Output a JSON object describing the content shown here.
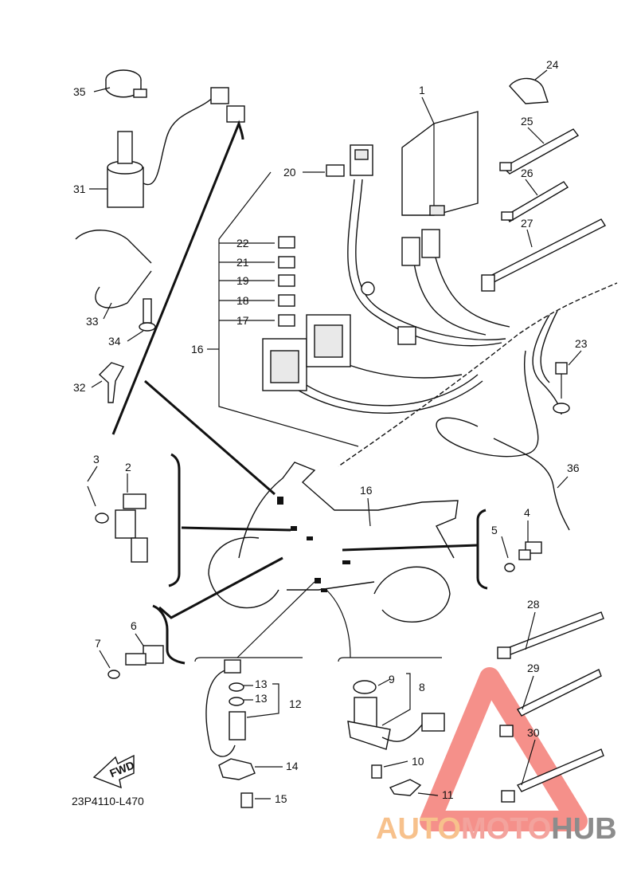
{
  "diagram_code": "23P4110-L470",
  "fwd_label": "FWD",
  "watermark": {
    "text_a": "AUTO",
    "text_b": "MOTO",
    "text_c": "HUB",
    "color_a": "#f7c18c",
    "color_b": "#f3a39d",
    "color_c": "#8c8c8c",
    "triangle_color": "#f26b63"
  },
  "callouts": {
    "n1": "1",
    "n2": "2",
    "n3": "3",
    "n4": "4",
    "n5": "5",
    "n6": "6",
    "n7": "7",
    "n8": "8",
    "n9": "9",
    "n10": "10",
    "n11": "11",
    "n12": "12",
    "n13a": "13",
    "n13b": "13",
    "n14": "14",
    "n15": "15",
    "n16a": "16",
    "n16b": "16",
    "n17": "17",
    "n18": "18",
    "n19": "19",
    "n20": "20",
    "n21": "21",
    "n22": "22",
    "n23": "23",
    "n24": "24",
    "n25": "25",
    "n26": "26",
    "n27": "27",
    "n28": "28",
    "n29": "29",
    "n30": "30",
    "n31": "31",
    "n32": "32",
    "n33": "33",
    "n34": "34",
    "n35": "35",
    "n36": "36"
  }
}
